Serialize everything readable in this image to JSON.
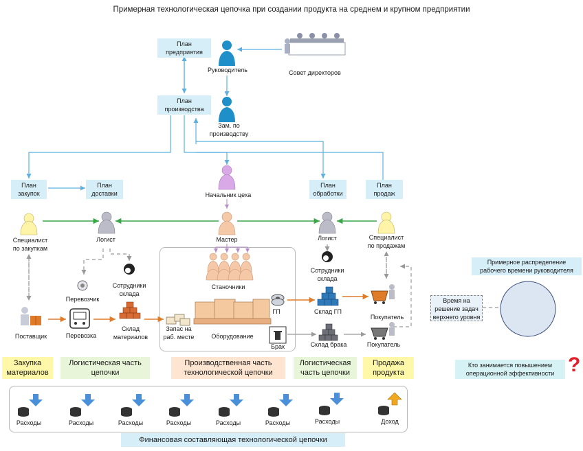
{
  "title": "Примерная технологическая цепочка при создании продукта на среднем и крупном предприятии",
  "plans": {
    "enterprise": "План\nпредприятия",
    "production": "План\nпроизводства",
    "purchase": "План\nзакупок",
    "delivery": "План\nдоставки",
    "processing": "План\nобработки",
    "sales": "План\nпродаж"
  },
  "roles": {
    "head": "Руководитель",
    "board": "Совет директоров",
    "deputy": "Зам. по\nпроизводству",
    "shop_chief": "Начальник цеха",
    "master": "Мастер",
    "purchaser": "Специалист\nпо закупкам",
    "logist_left": "Логист",
    "logist_right": "Логист",
    "sales_spec": "Специалист\nпо продажам",
    "machinists": "Станочники",
    "carrier": "Перевозчик",
    "warehouse_staff_left": "Сотрудники\nсклада",
    "warehouse_staff_right": "Сотрудники\nсклада"
  },
  "items": {
    "supplier": "Поставщик",
    "transport": "Перевозка",
    "materials_warehouse": "Склад\nматериалов",
    "stock": "Запас на\nраб. месте",
    "equipment": "Оборудование",
    "gp": "ГП",
    "gp_warehouse": "Склад ГП",
    "buyer1": "Покупатель",
    "defect": "Брак",
    "defect_warehouse": "Склад брака",
    "buyer2": "Покупатель"
  },
  "categories": {
    "purchase": "Закупка\nматериалов",
    "logistics_left": "Логистическая часть\nцепочки",
    "production": "Производственная часть\nтехнологической цепочки",
    "logistics_right": "Логистическая\nчасть цепочки",
    "sales": "Продажа\nпродукта"
  },
  "finance": {
    "expense_label": "Расходы",
    "expenses": [
      "Расходы",
      "Расходы",
      "Расходы",
      "Расходы",
      "Расходы",
      "Расходы",
      "Расходы"
    ],
    "income": "Доход",
    "caption": "Финансовая составляющая технологической цепочки"
  },
  "side": {
    "distribution": "Примерное распределение\nрабочего времени руководителя",
    "time_label": "Время на\nрешение задач\nверхнего уровня",
    "question": "Кто занимается повышением\nоперационной эффективности",
    "question_mark": "?"
  },
  "colors": {
    "plan_fill": "#d6eef8",
    "blue_person": "#1e8fc9",
    "purple_person": "#d9a8e6",
    "yellow_person": "#fff4a8",
    "grey_person": "#bcbcc8",
    "peach_person": "#f5c9a8",
    "arrow_blue": "#5bb0e0",
    "arrow_green": "#3aa64a",
    "arrow_orange": "#e07b2a",
    "arrow_grey": "#999999",
    "cat_yellow": "#fff8a8",
    "cat_green": "#e8f5d8",
    "cat_peach": "#fde5d2",
    "pie_fill": "#dce6f2",
    "pie_stroke": "#3a4f7a",
    "question_red": "#e0202a"
  }
}
